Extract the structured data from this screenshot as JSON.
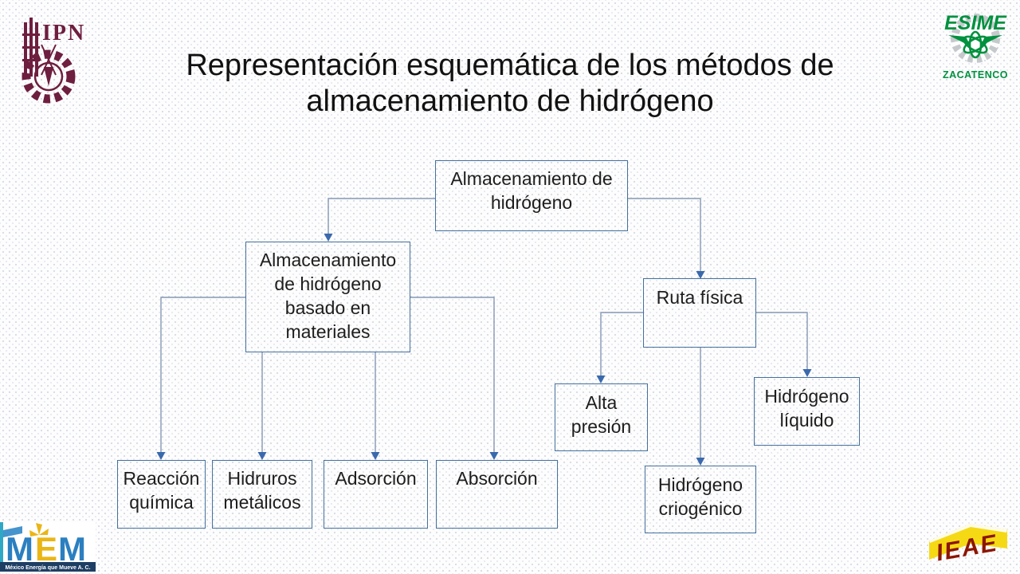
{
  "title": "Representación esquemática de los métodos de almacenamiento de hidrógeno",
  "diagram": {
    "nodes": {
      "root": {
        "label": "Almacenamiento de hidrógeno"
      },
      "materials": {
        "label": "Almacenamiento de hidrógeno basado en materiales"
      },
      "physical": {
        "label": "Ruta física"
      },
      "chemical": {
        "label": "Reacción química"
      },
      "hydrides": {
        "label": "Hidruros metálicos"
      },
      "adsorption": {
        "label": "Adsorción"
      },
      "absorption": {
        "label": "Absorción"
      },
      "pressure": {
        "label": "Alta presión"
      },
      "cryogenic": {
        "label": "Hidrógeno criogénico"
      },
      "liquid": {
        "label": "Hidrógeno líquido"
      }
    },
    "edges": [
      [
        "root",
        "materials"
      ],
      [
        "root",
        "physical"
      ],
      [
        "materials",
        "chemical"
      ],
      [
        "materials",
        "hydrides"
      ],
      [
        "materials",
        "adsorption"
      ],
      [
        "materials",
        "absorption"
      ],
      [
        "physical",
        "pressure"
      ],
      [
        "physical",
        "cryogenic"
      ],
      [
        "physical",
        "liquid"
      ]
    ]
  },
  "logos": {
    "ipn": {
      "acronym": "IPN",
      "color": "#6e1e3e"
    },
    "esime": {
      "name": "ESIME",
      "campus": "ZACATENCO",
      "color": "#00913f"
    },
    "mem": {
      "m1": "M",
      "e": "E",
      "m2": "M",
      "caption": "México Energía que Mueve A. C."
    },
    "ieae": {
      "acronym": "IEAE",
      "color": "#8c1500"
    }
  },
  "colors": {
    "box_border": "#44709d",
    "connector": "#8598b4",
    "arrow": "#3a69ad",
    "title_text": "#111111",
    "node_text": "#1d1d1d"
  }
}
